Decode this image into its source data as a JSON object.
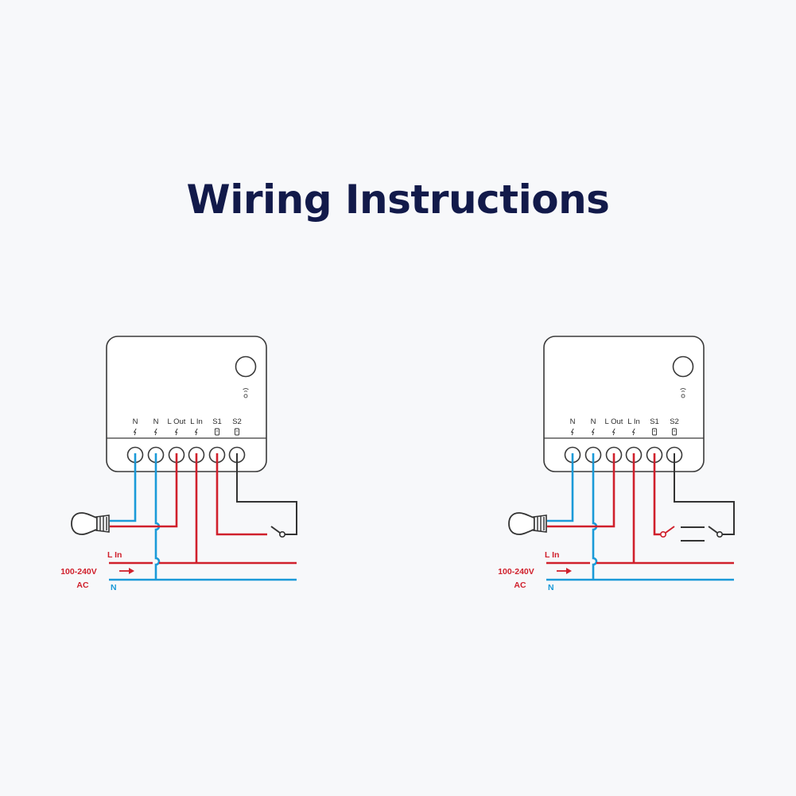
{
  "title": "Wiring Instructions",
  "colors": {
    "live": "#d0202c",
    "neutral": "#1a9ad8",
    "switch_wire": "#333333",
    "title": "#121a4a"
  },
  "diagrams": [
    {
      "name": "single-switch",
      "terminals": [
        "N",
        "N",
        "L Out",
        "L In",
        "S1",
        "S2"
      ],
      "supply": {
        "live_label": "L In",
        "voltage_label": "100-240V",
        "ac_label": "AC",
        "neutral_label": "N"
      },
      "switch_type": "single"
    },
    {
      "name": "two-way-switch",
      "terminals": [
        "N",
        "N",
        "L Out",
        "L In",
        "S1",
        "S2"
      ],
      "supply": {
        "live_label": "L In",
        "voltage_label": "100-240V",
        "ac_label": "AC",
        "neutral_label": "N"
      },
      "switch_type": "two-way"
    }
  ]
}
